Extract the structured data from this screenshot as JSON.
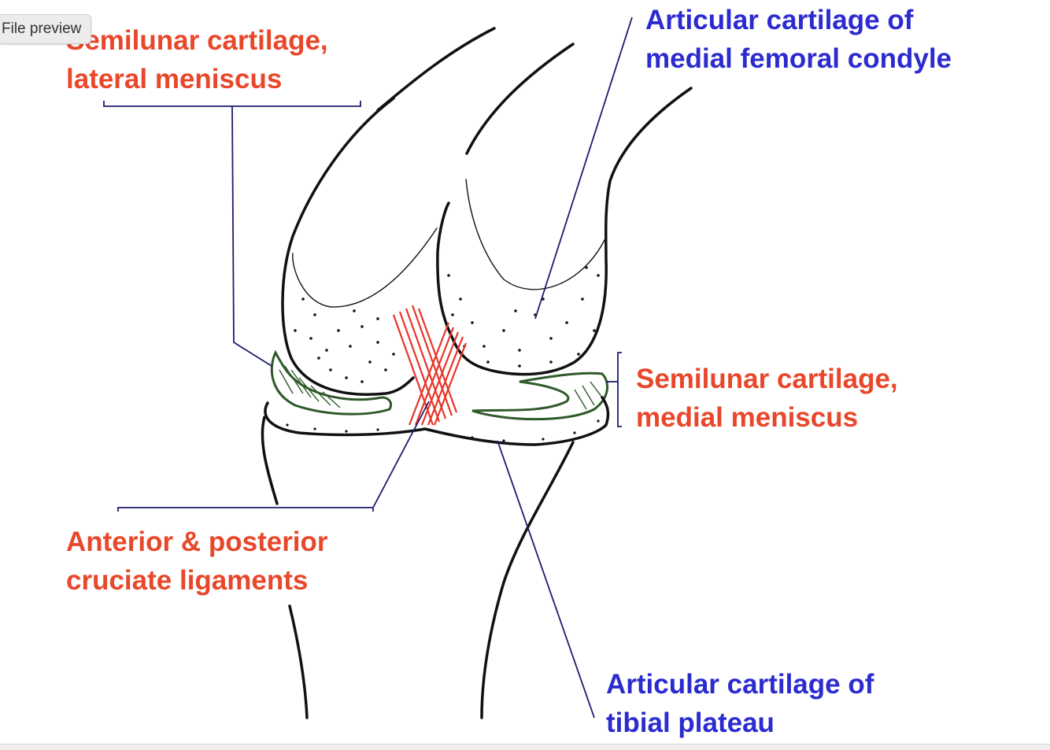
{
  "file_preview": {
    "label": "File preview"
  },
  "labels": {
    "lateral_meniscus": [
      "Semilunar cartilage,",
      "lateral meniscus"
    ],
    "medial_femoral": [
      "Articular cartilage of",
      "medial femoral condyle"
    ],
    "medial_meniscus": [
      "Semilunar cartilage,",
      "medial meniscus"
    ],
    "cruciate": [
      "Anterior & posterior",
      "cruciate ligaments"
    ],
    "tibial_plateau": [
      "Articular cartilage of",
      "tibial plateau"
    ]
  },
  "colors": {
    "label_red": "#e8472a",
    "label_blue": "#2b2bd0",
    "ligament_red": "#e8352a",
    "meniscus_green": "#2f5a2a",
    "bone_outline": "#111111",
    "leader_blue": "#1c1c6e"
  }
}
